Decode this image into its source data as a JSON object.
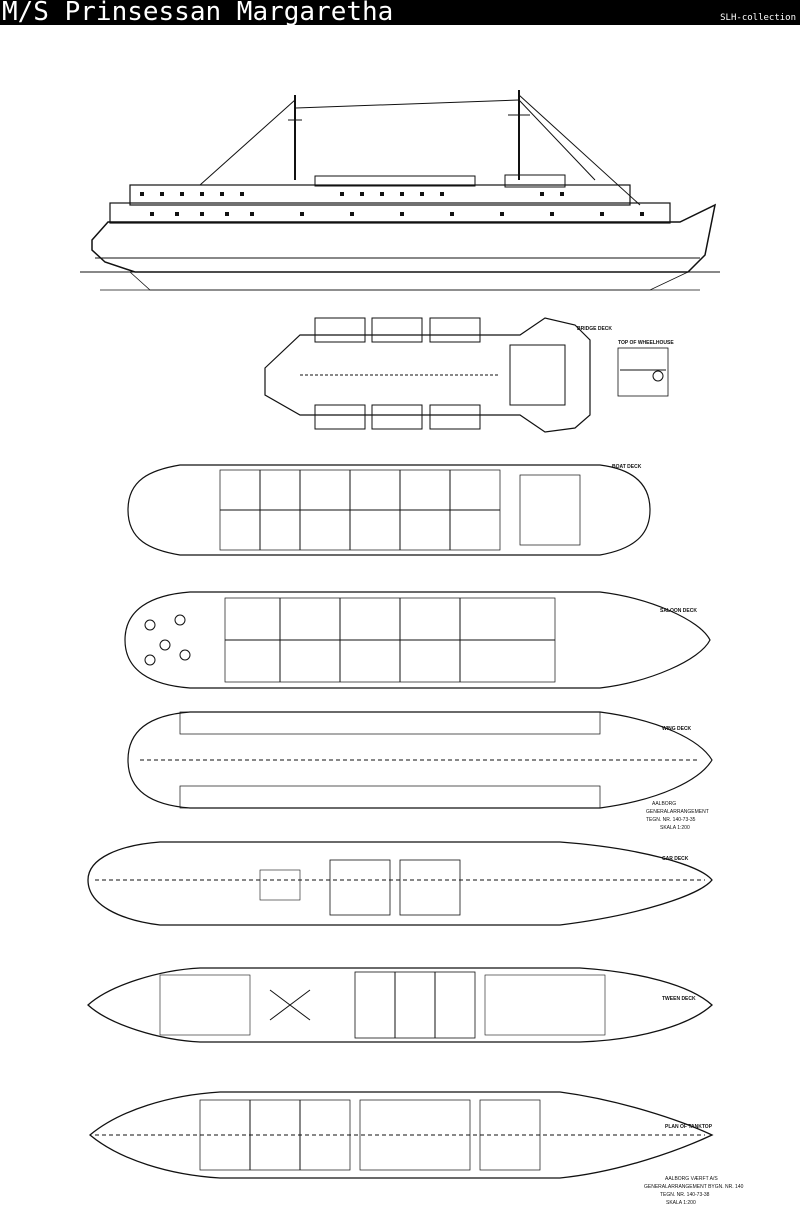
{
  "header": {
    "title": "M/S Prinsessan Margaretha",
    "collection": "SLH-collection"
  },
  "decks": {
    "bridge": "BRIDGE DECK",
    "top_wheelhouse": "TOP OF WHEELHOUSE",
    "boat": "BOAT DECK",
    "saloon": "SALOON DECK",
    "wing": "WING DECK",
    "car": "CAR DECK",
    "tween": "TWEEN DECK",
    "tanktop": "PLAN OF TANKTOP"
  },
  "notes": {
    "mid_1": "AALBORG",
    "mid_2": "GENERALARRANGEMENT",
    "mid_3": "TEGN. NR. 140-73-35",
    "mid_4": "SKALA 1:200",
    "bottom_1": "AALBORG VÆRFT A/S",
    "bottom_2": "GENERALARRANGEMENT BYGN. NR. 140",
    "bottom_3": "TEGN. NR. 140-73-38",
    "bottom_4": "SKALA 1:200"
  },
  "colors": {
    "bar": "#000000",
    "ink": "#111111",
    "paper": "#ffffff"
  }
}
